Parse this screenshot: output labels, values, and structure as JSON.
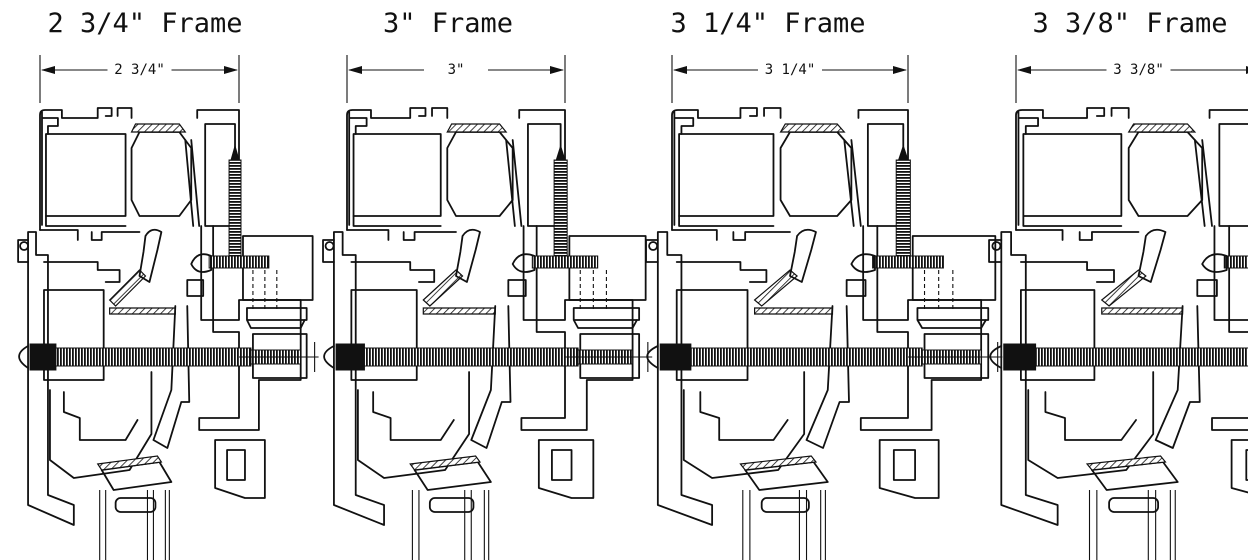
{
  "diagram": {
    "frames": [
      {
        "title": "2 3/4\" Frame",
        "dimension": "2 3/4\"",
        "width_in": 2.75
      },
      {
        "title": "3\" Frame",
        "dimension": "3\"",
        "width_in": 3.0
      },
      {
        "title": "3 1/4\" Frame",
        "dimension": "3 1/4\"",
        "width_in": 3.25
      },
      {
        "title": "3 3/8\" Frame",
        "dimension": "3 3/8\"",
        "width_in": 3.375
      }
    ],
    "colors": {
      "line": "#111111",
      "background": "#ffffff"
    }
  }
}
